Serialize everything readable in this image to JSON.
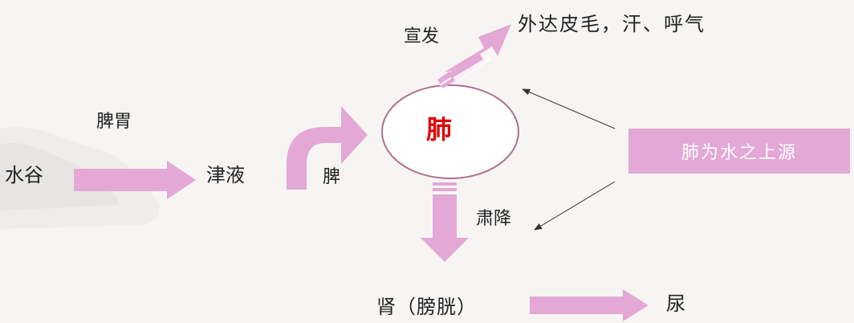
{
  "labels": {
    "top_outcome": "外达皮毛，汗、呼气",
    "xuanfa": "宣发",
    "piwei": "脾胃",
    "shuigu": "水谷",
    "jinye": "津液",
    "pi": "脾",
    "lung": "肺",
    "sujiang": "肃降",
    "shen": "肾（膀胱）",
    "niao": "尿",
    "source_box": "肺为水之上源"
  },
  "colors": {
    "arrow_fill": "#e3a8d6",
    "lung_text": "#e00000",
    "circle_stroke": "#b07090",
    "box_fill": "#e3a8d6",
    "box_text": "#ffffff",
    "text": "#222222"
  }
}
